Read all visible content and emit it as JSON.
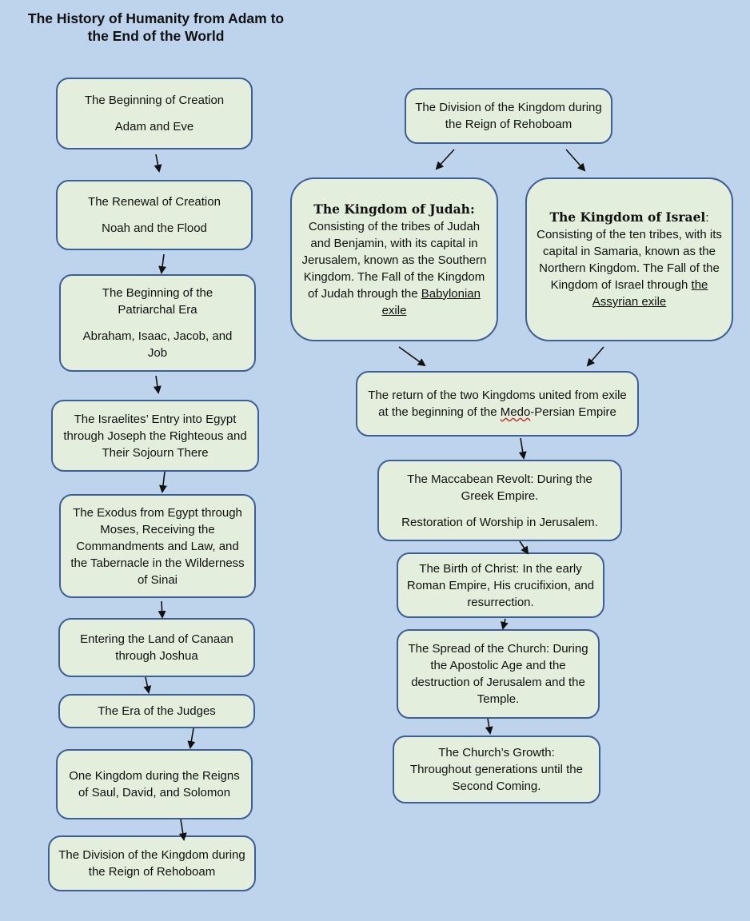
{
  "title": "The History of Humanity from Adam to the End of the World",
  "left_column": [
    {
      "id": "creation",
      "lines": [
        "The Beginning of Creation",
        "Adam and Eve"
      ]
    },
    {
      "id": "renewal",
      "lines": [
        "The Renewal of Creation",
        "Noah and the Flood"
      ]
    },
    {
      "id": "patriarchal",
      "lines": [
        "The Beginning of the Patriarchal Era",
        "Abraham, Isaac, Jacob, and Job"
      ]
    },
    {
      "id": "egypt",
      "lines": [
        "The Israelites’ Entry into Egypt through Joseph the Righteous and Their Sojourn There"
      ]
    },
    {
      "id": "exodus",
      "lines": [
        "The Exodus from Egypt through Moses, Receiving the Commandments and Law, and the Tabernacle in the Wilderness of Sinai"
      ]
    },
    {
      "id": "canaan",
      "lines": [
        "Entering the Land of Canaan through Joshua"
      ]
    },
    {
      "id": "judges",
      "lines": [
        "The Era of the Judges"
      ]
    },
    {
      "id": "one-kingdom",
      "lines": [
        "One Kingdom during the Reigns of Saul, David, and Solomon"
      ]
    },
    {
      "id": "division-left",
      "lines": [
        "The Division of the Kingdom during the Reign of Rehoboam"
      ]
    }
  ],
  "right_column": {
    "division": "The Division of the Kingdom during the Reign of Rehoboam",
    "judah": {
      "heading": "The Kingdom of Judah:",
      "body": "Consisting of the tribes of Judah and Benjamin, with its capital in Jerusalem, known as the Southern Kingdom. The Fall of the Kingdom of Judah through the",
      "link": "Babylonian exile"
    },
    "israel": {
      "heading": "The Kingdom of Israel",
      "colon": ":",
      "body": "Consisting of the ten tribes, with its capital in Samaria, known as the Northern Kingdom. The Fall of the Kingdom of Israel through",
      "link": "the Assyrian exile"
    },
    "return": {
      "before": "The return of the two Kingdoms united from exile at the beginning of the ",
      "wavy": "Medo",
      "after": "-Persian Empire"
    },
    "maccabean": {
      "line1": "The Maccabean Revolt: During the Greek Empire.",
      "line2": "Restoration of Worship in Jerusalem."
    },
    "christ": "The Birth of Christ: In the early Roman Empire, His crucifixion, and resurrection.",
    "church_spread": "The Spread of the Church: During the Apostolic Age and the destruction of Jerusalem and the Temple.",
    "church_growth": "The Church’s Growth: Throughout generations until the Second Coming."
  }
}
